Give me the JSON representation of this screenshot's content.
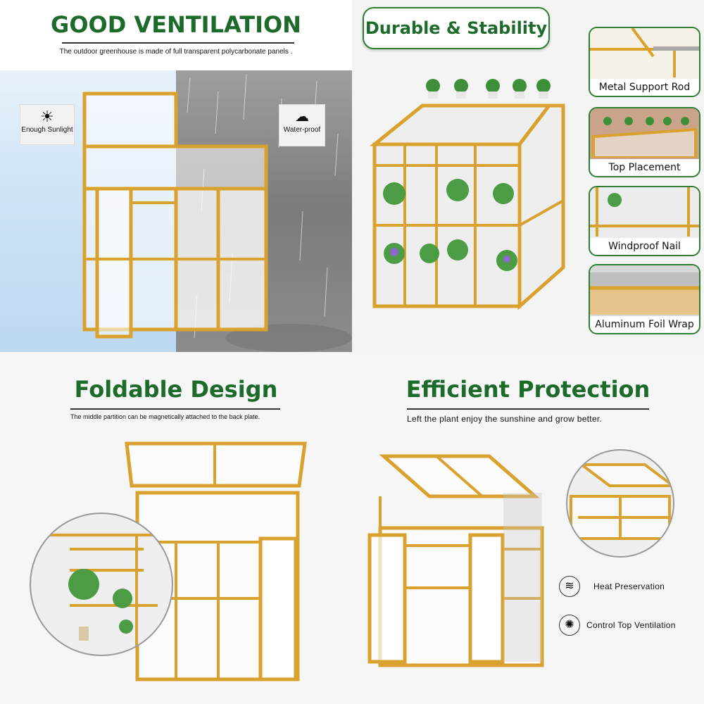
{
  "panel1": {
    "title": "GOOD VENTILATION",
    "subtitle": "The outdoor greenhouse is made of full transparent polycarbonate panels .",
    "badge_sun": "Enough Sunlight",
    "badge_rain": "Water-proof"
  },
  "panel2": {
    "title": "Durable & Stability",
    "features": [
      {
        "label": "Metal Support Rod"
      },
      {
        "label": "Top Placement"
      },
      {
        "label": "Windproof Nail"
      },
      {
        "label": "Aluminum Foil Wrap"
      }
    ]
  },
  "panel3": {
    "title": "Foldable Design",
    "subtitle": "The middle partition can be magnetically attached to the back plate."
  },
  "panel4": {
    "title": "Efficient Protection",
    "subtitle": "Left the plant enjoy the sunshine and grow better.",
    "feature1": "Heat Preservation",
    "feature2": "Control Top Ventilation"
  },
  "colors": {
    "accent": "#1d6b2a",
    "wood": "#d9a12d"
  }
}
